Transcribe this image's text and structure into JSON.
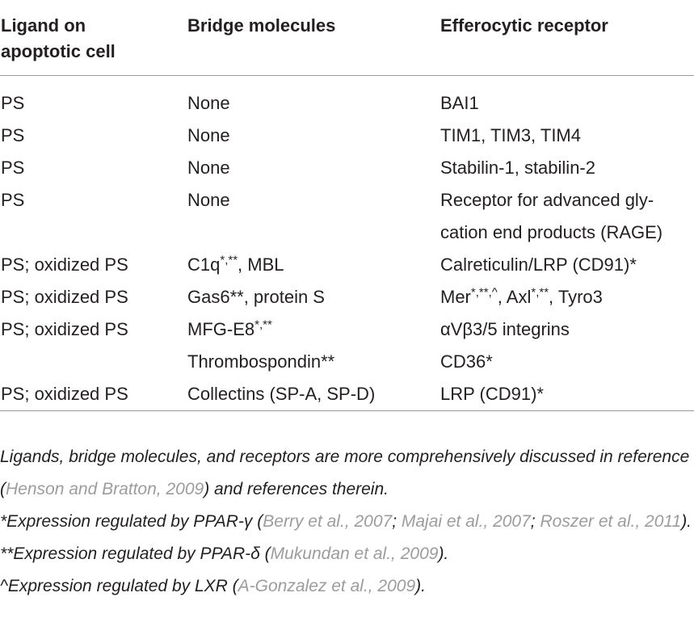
{
  "table": {
    "headers": {
      "ligand": "Ligand on apoptotic cell",
      "bridge": "Bridge molecules",
      "receptor": "Efferocytic receptor"
    },
    "rows": [
      {
        "ligand": "PS",
        "bridge": "None",
        "receptor": "BAI1"
      },
      {
        "ligand": "PS",
        "bridge": "None",
        "receptor": "TIM1, TIM3, TIM4"
      },
      {
        "ligand": "PS",
        "bridge": "None",
        "receptor": "Stabilin-1, stabilin-2"
      },
      {
        "ligand": "PS",
        "bridge": "None",
        "receptor": "Receptor for advanced gly-cation end products (RAGE)"
      },
      {
        "ligand": "PS; oxidized PS",
        "bridge": "C1q",
        "bridge_sup": "*,**",
        "bridge_rest": ", MBL",
        "receptor": "Calreticulin/LRP (CD91)*"
      },
      {
        "ligand": "PS; oxidized PS",
        "bridge": "Gas6**, protein S",
        "receptor_a": "Mer",
        "receptor_a_sup": "*,**,^",
        "receptor_b": ", Axl",
        "receptor_b_sup": "*,**",
        "receptor_c": ", Tyro3"
      },
      {
        "ligand": "PS; oxidized PS",
        "bridge": "MFG-E8",
        "bridge_sup": "*,**",
        "receptor": "αVβ3/5 integrins"
      },
      {
        "ligand": "",
        "bridge": "Thrombospondin**",
        "receptor": "CD36*"
      },
      {
        "ligand": "PS; oxidized PS",
        "bridge": "Collectins (SP-A, SP-D)",
        "receptor": "LRP (CD91)*"
      }
    ]
  },
  "footnotes": {
    "note1_a": "Ligands, bridge molecules, and receptors are more comprehensively discussed in reference (",
    "note1_ref": "Henson and Bratton, 2009",
    "note1_b": ") and references therein.",
    "note2_a": "*Expression regulated by PPAR-γ (",
    "note2_ref1": "Berry et al., 2007",
    "note2_sep1": "; ",
    "note2_ref2": "Majai et al., 2007",
    "note2_sep2": "; ",
    "note2_ref3": "Roszer et al., 2011",
    "note2_b": ").",
    "note3_a": "**Expression regulated by PPAR-δ (",
    "note3_ref": "Mukundan et al., 2009",
    "note3_b": ").",
    "note4_a": "^Expression regulated by LXR (",
    "note4_ref": "A-Gonzalez et al., 2009",
    "note4_b": ")."
  },
  "colors": {
    "text": "#231f20",
    "rule": "#9a9a9a",
    "reference": "#9c9c9c"
  }
}
